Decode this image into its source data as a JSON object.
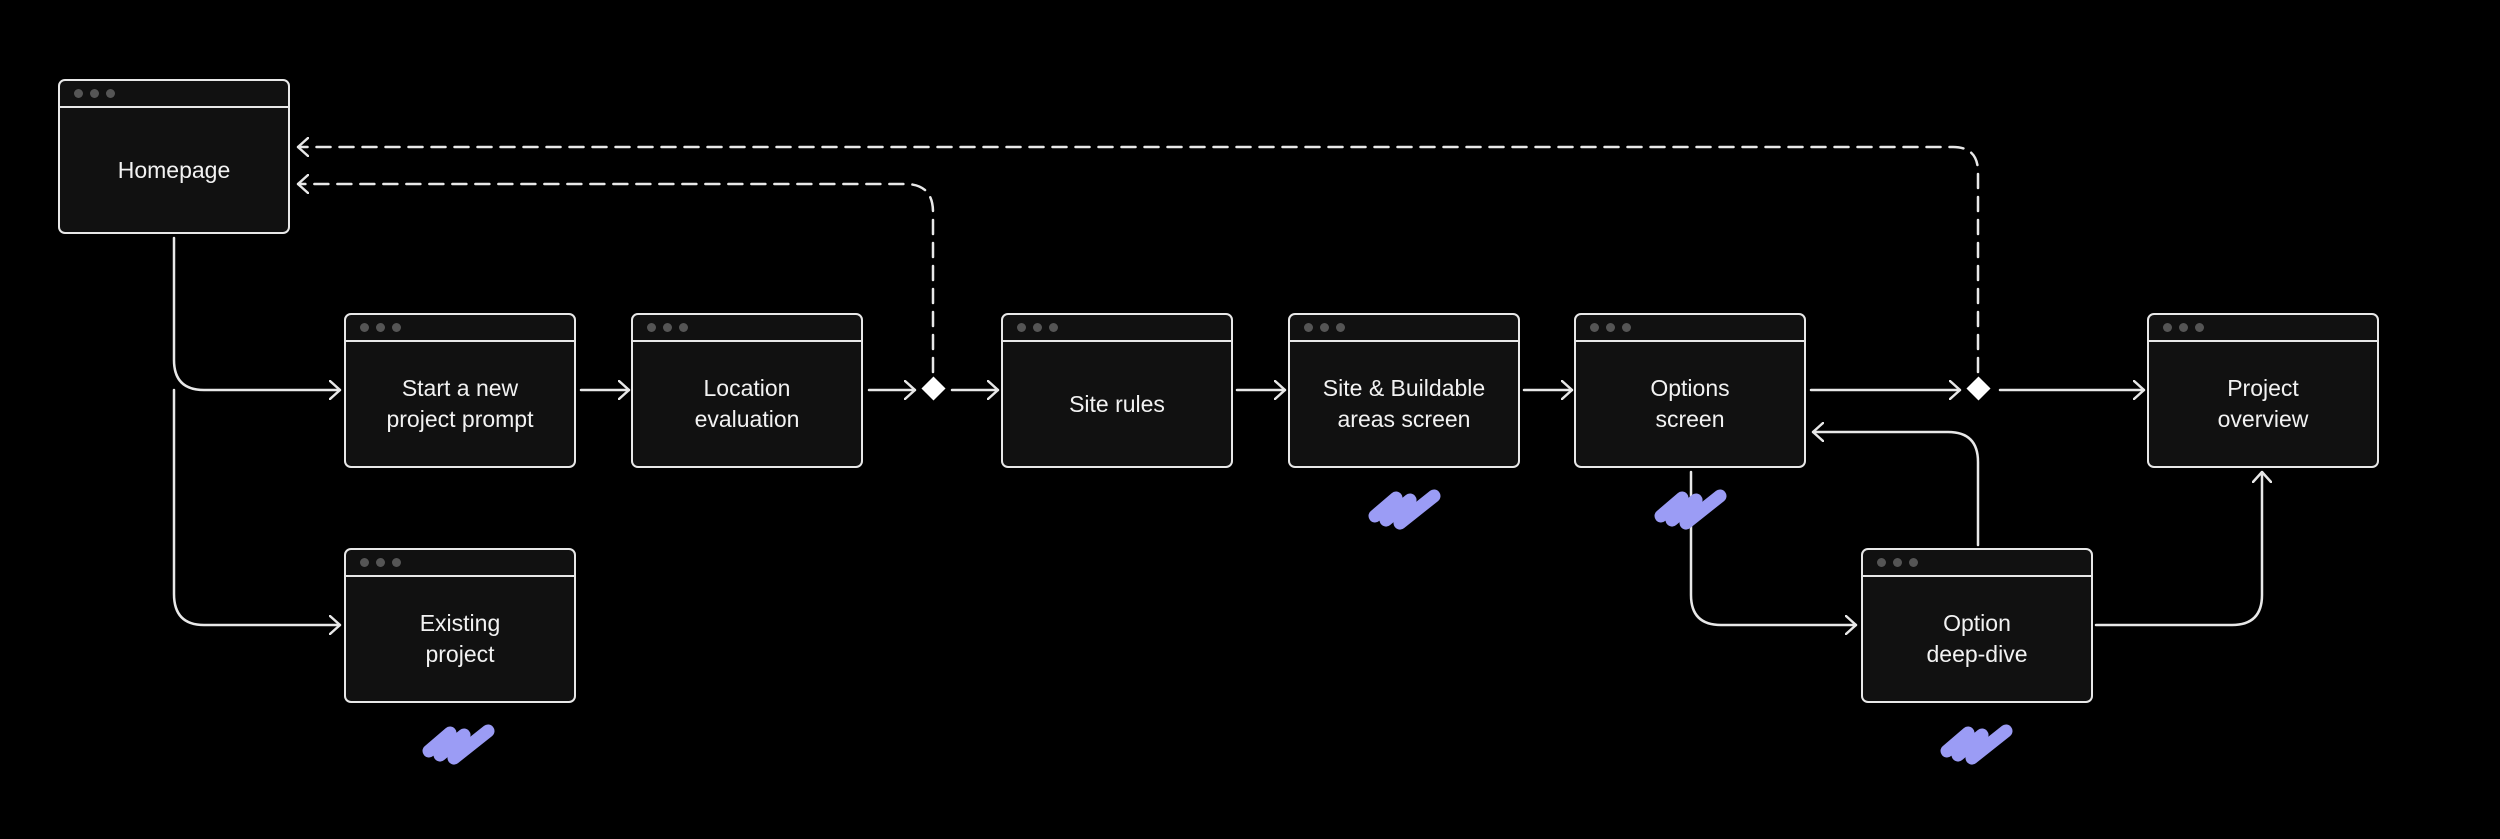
{
  "colors": {
    "background": "#000000",
    "stroke": "#e8e8e8",
    "box_fill": "#111111",
    "scribble": "#9b9cf5",
    "chrome_dot": "#555555"
  },
  "screens": {
    "homepage": {
      "label": "Homepage"
    },
    "start_new_project": {
      "label": "Start a new\nproject prompt"
    },
    "existing_project": {
      "label": "Existing\nproject"
    },
    "location_evaluation": {
      "label": "Location\nevaluation"
    },
    "site_rules": {
      "label": "Site rules"
    },
    "site_buildable": {
      "label": "Site & Buildable\nareas screen"
    },
    "options_screen": {
      "label": "Options\nscreen"
    },
    "option_deep_dive": {
      "label": "Option\ndeep-dive"
    },
    "project_overview": {
      "label": "Project\noverview"
    }
  },
  "icons": {
    "decision": "diamond-icon",
    "annotation": "scribble-icon",
    "window_controls": "window-dots-icon"
  }
}
